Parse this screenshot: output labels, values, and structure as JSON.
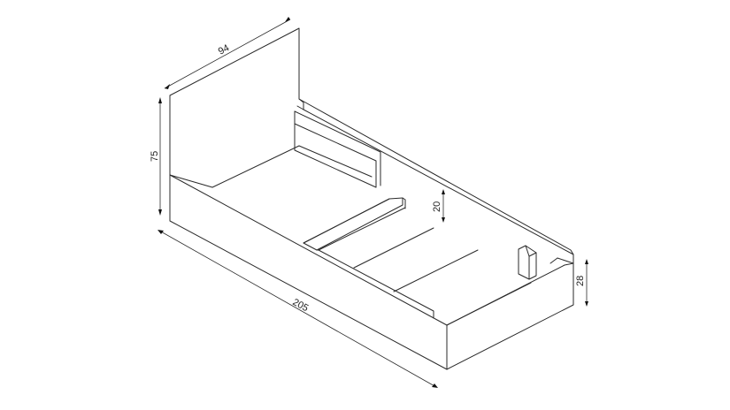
{
  "dimensions": {
    "headboard_width": "94",
    "headboard_height": "75",
    "length": "205",
    "side_height": "20",
    "footboard_height": "28"
  },
  "colors": {
    "line": "#2a2a2a",
    "background": "#ffffff"
  }
}
